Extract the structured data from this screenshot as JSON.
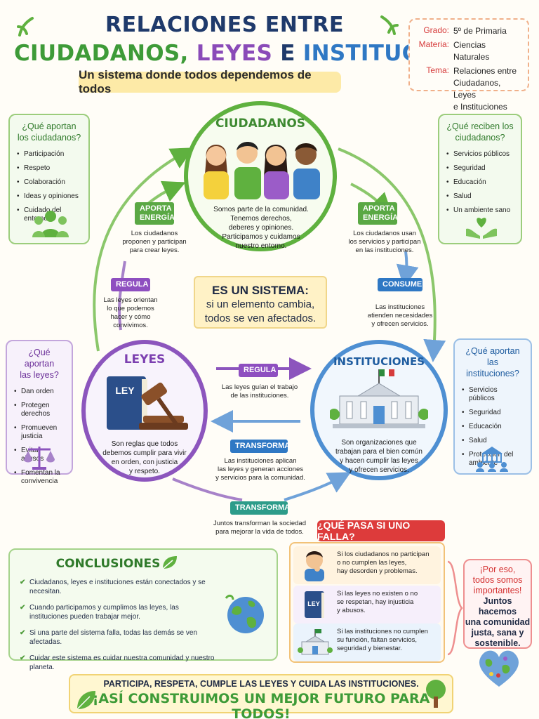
{
  "header": {
    "title_line1": "RELACIONES ENTRE",
    "title_word1": "CIUDADANOS,",
    "title_word2": "LEYES",
    "title_word3": "E",
    "title_word4": "INSTITUCIONES",
    "subtitle": "Un sistema donde todos dependemos de todos"
  },
  "info": {
    "grado_label": "Grado:",
    "grado_value": "5º de Primaria",
    "materia_label": "Materia:",
    "materia_value": "Ciencias Naturales",
    "tema_label": "Tema:",
    "tema_value_1": "Relaciones entre",
    "tema_value_2": "Ciudadanos, Leyes",
    "tema_value_3": "e Instituciones"
  },
  "left_top_box": {
    "title_1": "¿Qué aportan",
    "title_2": "los ciudadanos?",
    "items": [
      "Participación",
      "Respeto",
      "Colaboración",
      "Ideas y opiniones",
      "Cuidado del entorno"
    ],
    "icon": "people-icon"
  },
  "right_top_box": {
    "title_1": "¿Qué reciben los",
    "title_2": "ciudadanos?",
    "items": [
      "Servicios públicos",
      "Seguridad",
      "Educación",
      "Salud",
      "Un ambiente sano"
    ],
    "icon": "heart-hands-icon"
  },
  "left_mid_box": {
    "title_1": "¿Qué aportan",
    "title_2": "las leyes?",
    "items": [
      "Dan orden",
      "Protegen derechos",
      "Promueven justicia",
      "Evitan abusos",
      "Fomentan la convivencia"
    ],
    "icon": "scales-icon"
  },
  "right_mid_box": {
    "title_1": "¿Qué aportan las",
    "title_2": "instituciones?",
    "items": [
      "Servicios públicos",
      "Seguridad",
      "Educación",
      "Salud",
      "Protección del ambiente"
    ],
    "icon": "building-people-icon"
  },
  "ciudadanos": {
    "title": "CIUDADANOS",
    "text_1": "Somos parte de la comunidad.",
    "text_2": "Tenemos derechos,",
    "text_3": "deberes y opiniones.",
    "text_4": "Participamos y cuidamos",
    "text_5": "nuestro entorno."
  },
  "leyes": {
    "title": "LEYES",
    "book_label": "LEY",
    "text_1": "Son reglas que todos",
    "text_2": "debemos cumplir para vivir",
    "text_3": "en orden, con justicia",
    "text_4": "y respeto."
  },
  "instituciones": {
    "title": "INSTITUCIONES",
    "text_1": "Son organizaciones que",
    "text_2": "trabajan para el bien común",
    "text_3": "y hacen cumplir las leyes",
    "text_4": "y ofrecen servicios."
  },
  "flows": {
    "aporta_left": "APORTA\nENERGÍA",
    "aporta_left_1": "APORTA",
    "aporta_left_2": "ENERGÍA",
    "aporta_left_note_1": "Los ciudadanos",
    "aporta_left_note_2": "proponen y participan",
    "aporta_left_note_3": "para crear leyes.",
    "aporta_right_1": "APORTA",
    "aporta_right_2": "ENERGÍA",
    "aporta_right_note_1": "Los ciudadanos usan",
    "aporta_right_note_2": "los servicios y participan",
    "aporta_right_note_3": "en las instituciones.",
    "regula_left": "REGULA",
    "regula_left_note_1": "Las leyes orientan",
    "regula_left_note_2": "lo que podemos",
    "regula_left_note_3": "hacer y cómo",
    "regula_left_note_4": "convivimos.",
    "consume": "CONSUME",
    "consume_note_1": "Las instituciones",
    "consume_note_2": "atienden necesidades",
    "consume_note_3": "y ofrecen servicios.",
    "regula_mid": "REGULA",
    "regula_mid_note_1": "Las leyes guían el trabajo",
    "regula_mid_note_2": "de las instituciones.",
    "transforma_mid": "TRANSFORMA",
    "transforma_mid_note_1": "Las instituciones aplican",
    "transforma_mid_note_2": "las leyes y generan acciones",
    "transforma_mid_note_3": "y servicios para la comunidad.",
    "transforma_bottom": "TRANSFORMA",
    "transforma_bottom_note_1": "Juntos transforman la sociedad",
    "transforma_bottom_note_2": "para mejorar la vida de todos."
  },
  "system": {
    "line_1": "ES UN SISTEMA:",
    "line_2": "si un elemento cambia,",
    "line_3": "todos se ven afectados."
  },
  "conclusions": {
    "title": "CONCLUSIONES",
    "items": [
      "Ciudadanos, leyes e instituciones están conectados y se necesitan.",
      "Cuando participamos y cumplimos las leyes, las instituciones pueden trabajar mejor.",
      "Si una parte del sistema falla, todas las demás se ven afectadas.",
      "Cuidar este sistema es cuidar nuestra comunidad y nuestro planeta."
    ]
  },
  "fail": {
    "header": "¿QUÉ PASA SI UNO FALLA?",
    "row1_1": "Si los ciudadanos no participan",
    "row1_2": "o no cumplen las leyes,",
    "row1_3": "hay desorden y problemas.",
    "row2_1": "Si las leyes no existen o no",
    "row2_2": "se respetan, hay injusticia",
    "row2_3": "y abusos.",
    "row3_1": "Si las instituciones no cumplen",
    "row3_2": "su función, faltan servicios,",
    "row3_3": "seguridad y bienestar.",
    "book_label": "LEY"
  },
  "final_note": {
    "line_1": "¡Por eso,",
    "line_2": "todos somos",
    "line_3": "importantes!",
    "line_4": "Juntos hacemos",
    "line_5": "una comunidad",
    "line_6": "justa, sana y",
    "line_7": "sostenible."
  },
  "banner": {
    "line_1": "PARTICIPA, RESPETA, CUMPLE LAS LEYES Y CUIDA LAS INSTITUCIONES.",
    "line_2": "¡ASÍ CONSTRUIMOS UN MEJOR FUTURO PARA TODOS!"
  },
  "colors": {
    "green": "#5fb13f",
    "purple": "#8c55bd",
    "blue": "#4e8fd2",
    "red": "#dd3b3b",
    "yellow": "#fff2c6"
  }
}
